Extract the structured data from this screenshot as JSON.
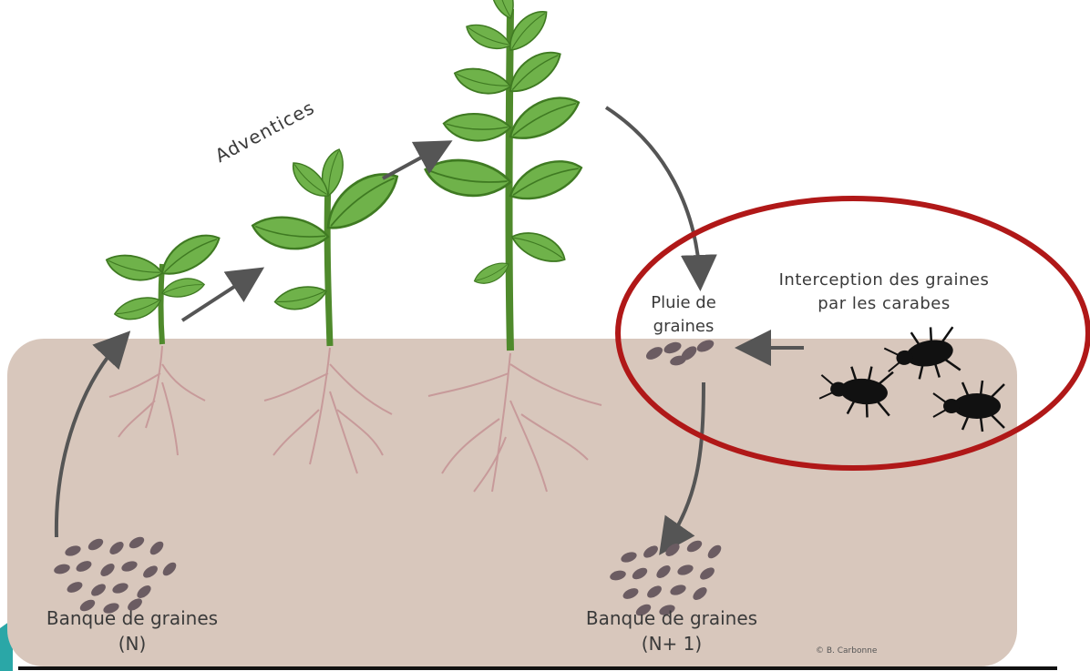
{
  "labels": {
    "adventices": "Adventices",
    "seed_rain_line1": "Pluie de",
    "seed_rain_line2": "graines",
    "interception_line1": "Interception des graines",
    "interception_line2": "par les carabes",
    "seed_bank_n_line1": "Banque de graines",
    "seed_bank_n_line2": "(N)",
    "seed_bank_n1_line1": "Banque de graines",
    "seed_bank_n1_line2": "(N+ 1)",
    "credit": "© B. Carbonne"
  },
  "colors": {
    "soil": "#d8c7bc",
    "leaf": "#6fb24a",
    "leaf_light": "#a8d487",
    "stem": "#4f8a2c",
    "root": "#c79a9a",
    "seed": "#6b5c62",
    "arrow": "#555555",
    "highlight_ellipse": "#b01818",
    "beetle": "#111111"
  }
}
